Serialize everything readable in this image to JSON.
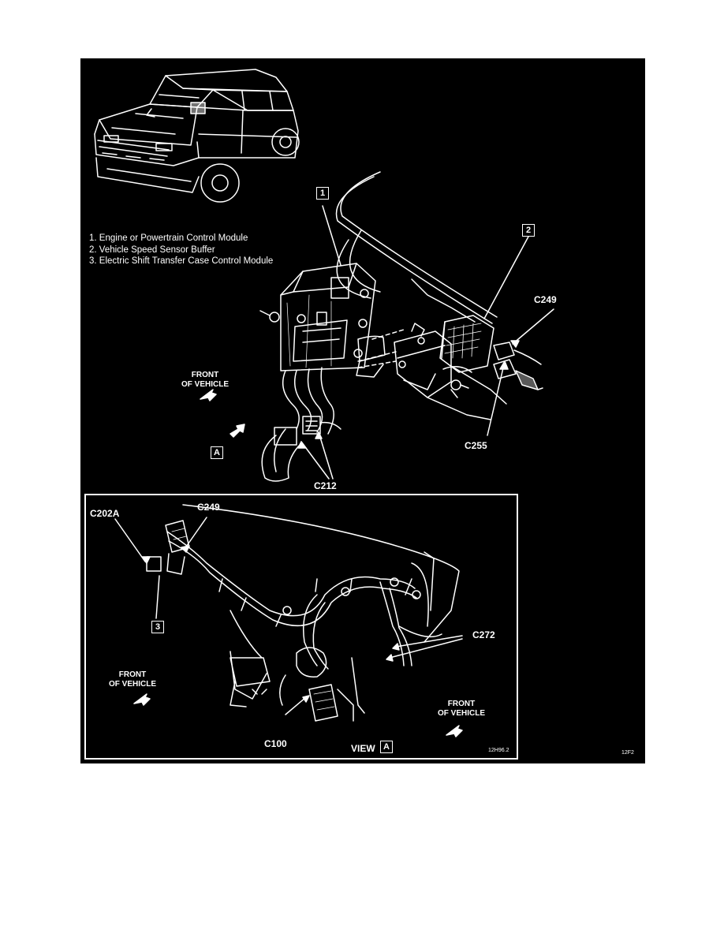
{
  "figure": {
    "legend": [
      {
        "num": "1.",
        "text": "Engine or Powertrain Control Module"
      },
      {
        "num": "2.",
        "text": "Vehicle Speed Sensor Buffer"
      },
      {
        "num": "3.",
        "text": "Electric Shift Transfer Case Control Module"
      }
    ],
    "callouts": {
      "one": "1",
      "two": "2",
      "three": "3",
      "a_main": "A",
      "a_view": "A"
    },
    "connectors": {
      "c249_top": "C249",
      "c255": "C255",
      "c212": "C212",
      "c202a": "C202A",
      "c249_inset": "C249",
      "c272": "C272",
      "c100": "C100"
    },
    "front_labels": {
      "main": {
        "line1": "FRONT",
        "line2": "OF VEHICLE"
      },
      "inset_left": {
        "line1": "FRONT",
        "line2": "OF VEHICLE"
      },
      "inset_right": {
        "line1": "FRONT",
        "line2": "OF VEHICLE"
      }
    },
    "view_label": "VIEW",
    "inset_code": "12H96.2",
    "figure_code": "12F2"
  }
}
